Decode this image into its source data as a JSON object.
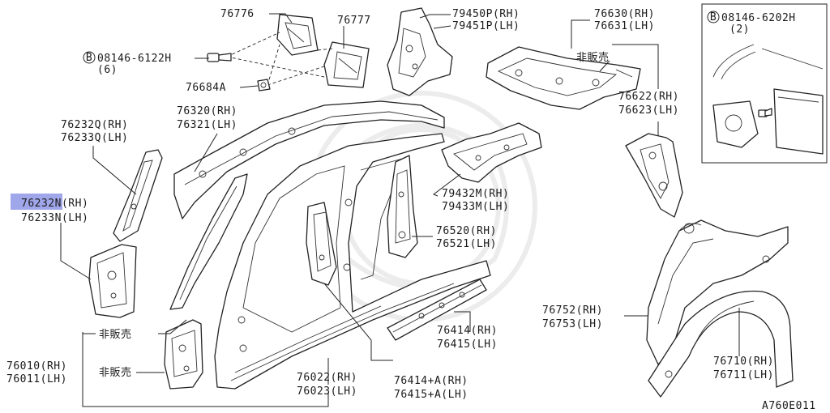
{
  "diagram_code": "A760E011",
  "labels": {
    "p76776": "76776",
    "p76777": "76777",
    "p79450": "79450P(RH)",
    "p79451": "79451P(LH)",
    "p76630": "76630(RH)",
    "p76631": "76631(LH)",
    "bolt_6122": "08146-6122H",
    "bolt_6122_qty": "(6)",
    "bolt_6202": "08146-6202H",
    "bolt_6202_qty": "(2)",
    "p76684a": "76684A",
    "not_sold_1": "非販売",
    "not_sold_2": "非販売",
    "not_sold_3": "非販売",
    "p76622": "76622(RH)",
    "p76623": "76623(LH)",
    "p76320": "76320(RH)",
    "p76321": "76321(LH)",
    "p76232q": "76232Q(RH)",
    "p76233q": "76233Q(LH)",
    "p76232n": "76232N(RH)",
    "p76233n": "76233N(LH)",
    "p79432m": "79432M(RH)",
    "p79433m": "79433M(LH)",
    "p76520": "76520(RH)",
    "p76521": "76521(LH)",
    "p76752": "76752(RH)",
    "p76753": "76753(LH)",
    "p76414": "76414(RH)",
    "p76415": "76415(LH)",
    "p76010": "76010(RH)",
    "p76011": "76011(LH)",
    "p76022": "76022(RH)",
    "p76023": "76023(LH)",
    "p76414a": "76414+A(RH)",
    "p76415a": "76415+A(LH)",
    "p76710": "76710(RH)",
    "p76711": "76711(LH)"
  },
  "bolt_marker": "B",
  "highlight_color": "#8f97e6"
}
